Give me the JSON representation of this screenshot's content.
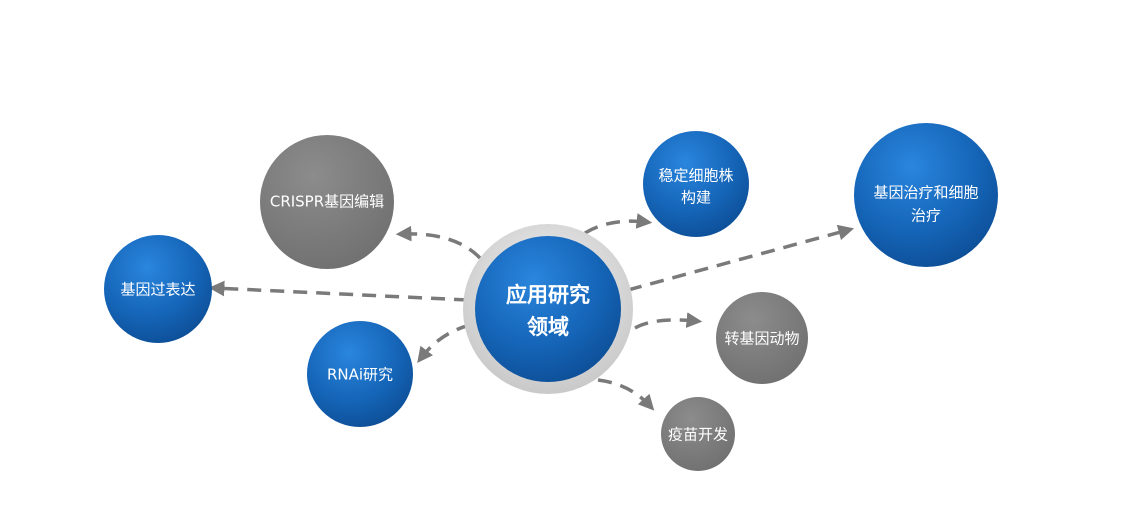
{
  "center": {
    "line1": "应用研究",
    "line2": "领域"
  },
  "nodes": {
    "crispr": {
      "label": "CRISPR基因编辑"
    },
    "overexpression": {
      "label": "基因过表达"
    },
    "rnai": {
      "label": "RNAi研究"
    },
    "stable_cell_line": {
      "line1": "稳定细胞株",
      "line2": "构建"
    },
    "gene_cell_therapy": {
      "line1": "基因治疗和细胞",
      "line2": "治疗"
    },
    "transgenic_animal": {
      "label": "转基因动物"
    },
    "vaccine": {
      "label": "疫苗开发"
    }
  },
  "colors": {
    "blue_node": "#1565b8",
    "gray_node": "#7b7b7b",
    "connector": "#7a7a7a",
    "center_ring": "#d8d8d8"
  }
}
